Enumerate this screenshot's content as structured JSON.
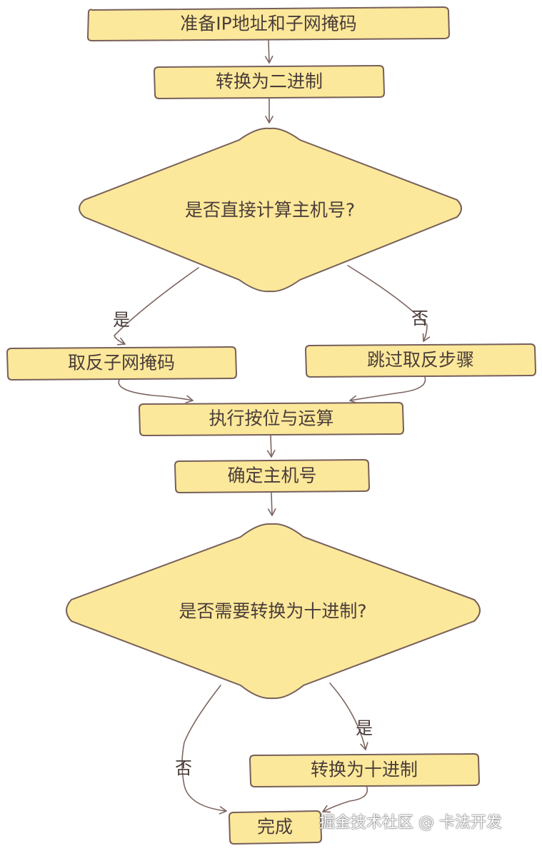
{
  "diagram": {
    "nodes": {
      "prepare": "准备IP地址和子网掩码",
      "to_binary": "转换为二进制",
      "decision_direct": "是否直接计算主机号?",
      "invert_mask": "取反子网掩码",
      "skip_invert": "跳过取反步骤",
      "bitwise_and": "执行按位与运算",
      "determine_host": "确定主机号",
      "decision_decimal": "是否需要转换为十进制?",
      "to_decimal": "转换为十进制",
      "done": "完成"
    },
    "edge_labels": {
      "direct_yes": "是",
      "direct_no": "否",
      "decimal_no": "否",
      "decimal_yes": "是"
    }
  },
  "watermark": "掘金技术社区 @ 卡法开发"
}
